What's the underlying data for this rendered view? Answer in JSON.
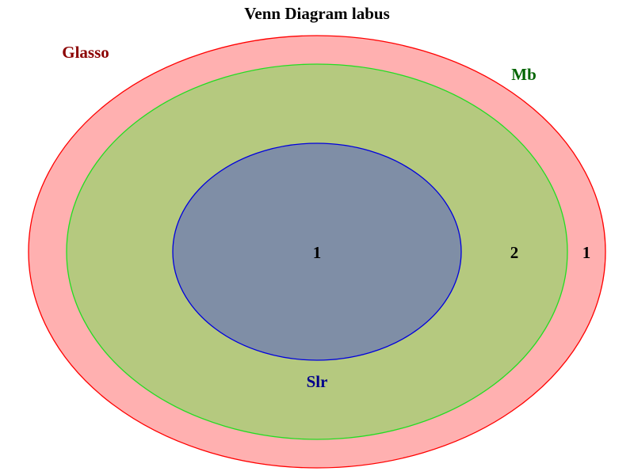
{
  "title": "Venn Diagram labus",
  "sets": [
    {
      "name": "Glasso",
      "fill": "#ffb0b0",
      "stroke": "#ff0000",
      "label_color": "#8b0000"
    },
    {
      "name": "Mb",
      "fill": "#b5c97f",
      "stroke": "#22dd22",
      "label_color": "#006400"
    },
    {
      "name": "Slr",
      "fill": "#7f8ea6",
      "stroke": "#0000dd",
      "label_color": "#00008b"
    }
  ],
  "regions": [
    {
      "sets": [
        "Glasso",
        "Mb",
        "Slr"
      ],
      "count": "1"
    },
    {
      "sets": [
        "Glasso",
        "Mb"
      ],
      "count": "2"
    },
    {
      "sets": [
        "Glasso"
      ],
      "count": "1"
    }
  ]
}
